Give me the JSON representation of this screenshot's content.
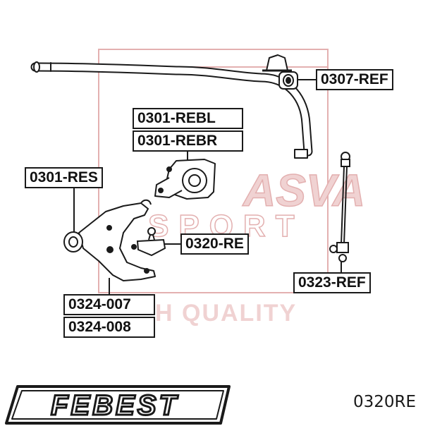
{
  "watermark": {
    "brand_text": "ASVA",
    "sport_text": "SPORT",
    "quality_text": "H QUALITY",
    "color": "#e3b0b0"
  },
  "labels": {
    "stabilizer_bushing": "0307-REF",
    "mount_left": "0301-REBL",
    "mount_right": "0301-REBR",
    "arm_bushing": "0301-RES",
    "ball_joint": "0320-RE",
    "stabilizer_link": "0323-REF",
    "control_arm_left": "0324-007",
    "control_arm_right": "0324-008"
  },
  "logo": {
    "text": "FEBEST"
  },
  "part_number": "0320RE",
  "colors": {
    "line": "#1a1a1a",
    "watermark": "#e3b0b0"
  }
}
